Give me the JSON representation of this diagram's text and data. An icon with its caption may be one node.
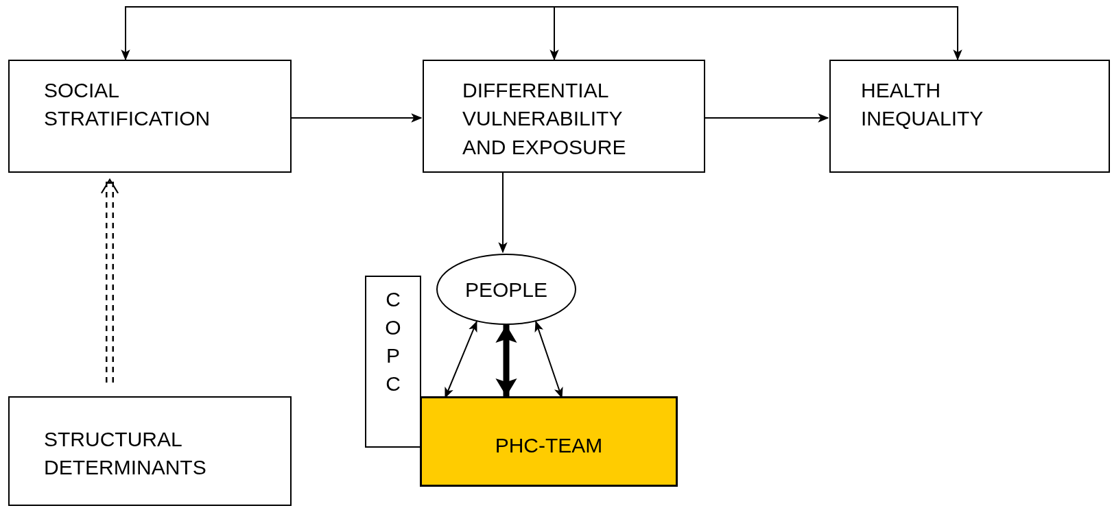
{
  "diagram": {
    "nodes": [
      {
        "text": [
          "SOCIAL STRATIFICATION"
        ]
      },
      {
        "text": [
          "DIFFERENTIAL VULNERABILITY AND EXPOSURE"
        ]
      },
      {
        "text": [
          "HEALTH INEQUALITY"
        ]
      },
      {
        "text": [
          "STRUCTURAL DETERMINANTS"
        ]
      },
      {
        "text": [
          "PEOPLE"
        ]
      },
      {
        "text": [
          "COPC"
        ]
      },
      {
        "text": [
          "PHC-TEAM"
        ]
      }
    ],
    "edges": [
      {
        "from": null,
        "to": 0,
        "arrow": "to"
      },
      {
        "from": null,
        "to": 1,
        "arrow": "to"
      },
      {
        "from": null,
        "to": 2,
        "arrow": "to"
      },
      {
        "from": 0,
        "to": 1,
        "arrow": "to"
      },
      {
        "from": 1,
        "to": 2,
        "arrow": "to"
      },
      {
        "from": 3,
        "to": 0,
        "arrow": "to",
        "style": "dashed"
      },
      {
        "from": 1,
        "to": 4,
        "arrow": "to"
      },
      {
        "from": 4,
        "to": 6,
        "arrow": "both"
      },
      {
        "from": 4,
        "to": 6,
        "arrow": "both"
      },
      {
        "from": 4,
        "to": 6,
        "arrow": "both",
        "style": "thick"
      }
    ]
  }
}
